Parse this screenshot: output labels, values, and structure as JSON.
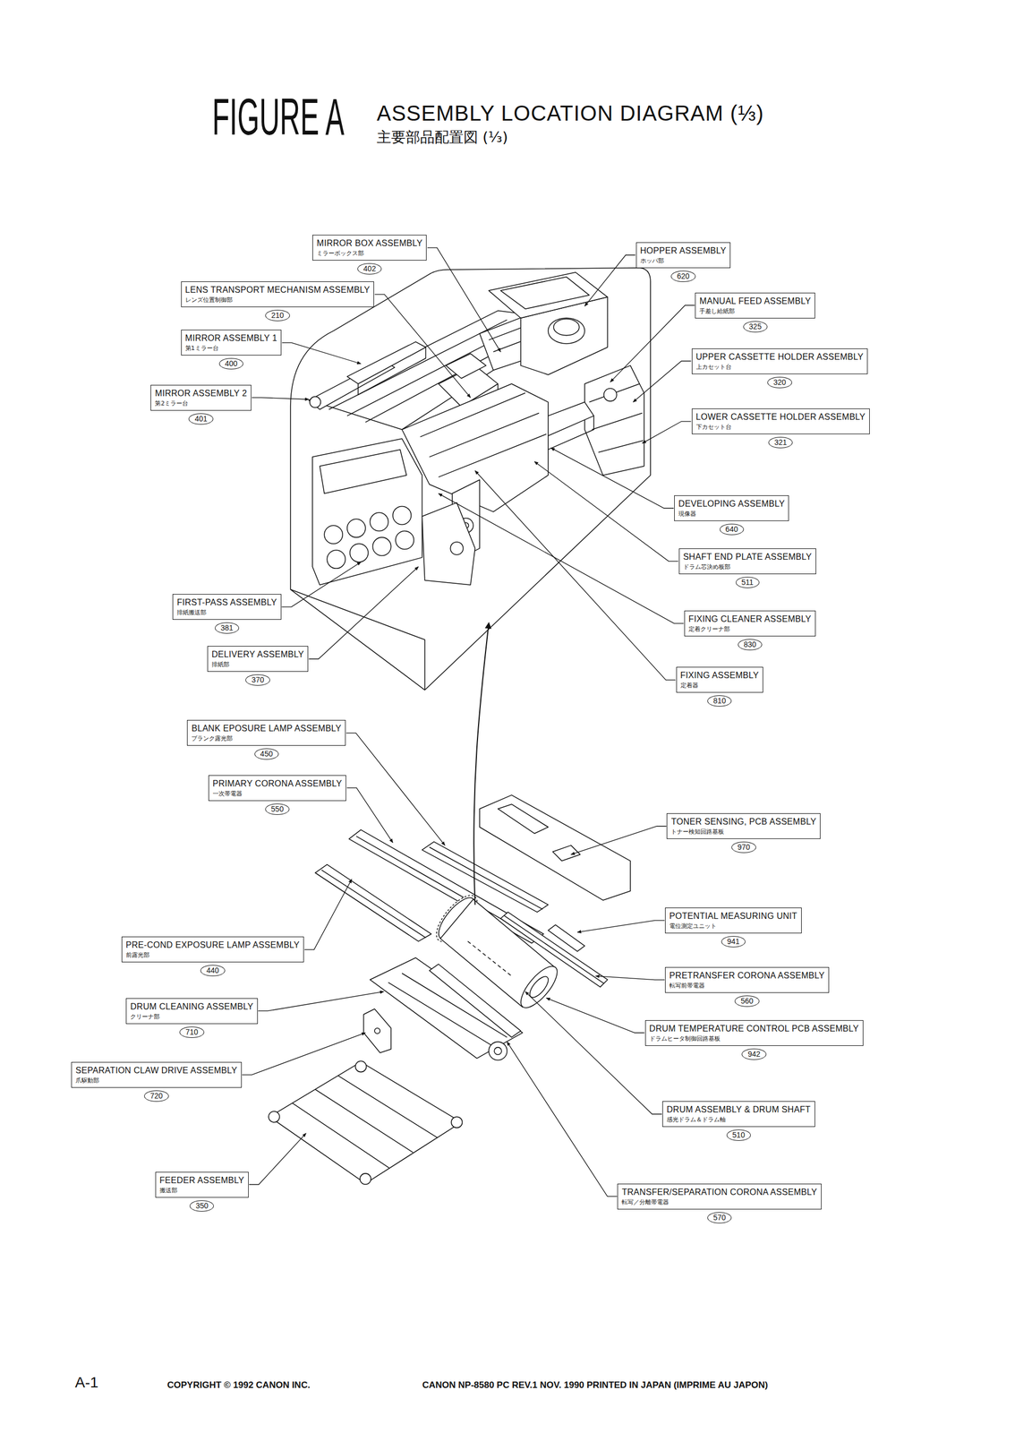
{
  "diagram": {
    "title": "ASSEMBLY LOCATION DIAGRAM (⅓)",
    "nodes": [
      {
        "text": [
          "MIRROR BOX ASSEMBLY",
          "ミラーボックス部"
        ]
      },
      {
        "text": [
          "402"
        ]
      },
      {
        "text": [
          "HOPPER ASSEMBLY",
          "ホッパ部"
        ]
      },
      {
        "text": [
          "620"
        ]
      },
      {
        "text": [
          "LENS TRANSPORT MECHANISM ASSEMBLY",
          "レンズ位置制御部"
        ]
      },
      {
        "text": [
          "210"
        ]
      },
      {
        "text": [
          "MANUAL FEED ASSEMBLY",
          "手差し給紙部"
        ]
      },
      {
        "text": [
          "325"
        ]
      },
      {
        "text": [
          "MIRROR ASSEMBLY 1",
          "第1ミラー台"
        ]
      },
      {
        "text": [
          "400"
        ]
      },
      {
        "text": [
          "UPPER CASSETTE HOLDER ASSEMBLY",
          "上カセット台"
        ]
      },
      {
        "text": [
          "320"
        ]
      },
      {
        "text": [
          "MIRROR ASSEMBLY 2",
          "第2ミラー台"
        ]
      },
      {
        "text": [
          "401"
        ]
      },
      {
        "text": [
          "LOWER CASSETTE HOLDER ASSEMBLY",
          "下カセット台"
        ]
      },
      {
        "text": [
          "321"
        ]
      },
      {
        "text": [
          "DEVELOPING ASSEMBLY",
          "現像器"
        ]
      },
      {
        "text": [
          "640"
        ]
      },
      {
        "text": [
          "SHAFT END PLATE ASSEMBLY",
          "ドラム芯決め板部"
        ]
      },
      {
        "text": [
          "511"
        ]
      },
      {
        "text": [
          "FIRST-PASS ASSEMBLY",
          "排紙搬送部"
        ]
      },
      {
        "text": [
          "381"
        ]
      },
      {
        "text": [
          "FIXING CLEANER ASSEMBLY",
          "定着クリーナ部"
        ]
      },
      {
        "text": [
          "830"
        ]
      },
      {
        "text": [
          "DELIVERY ASSEMBLY",
          "排紙部"
        ]
      },
      {
        "text": [
          "370"
        ]
      },
      {
        "text": [
          "FIXING ASSEMBLY",
          "定着器"
        ]
      },
      {
        "text": [
          "810"
        ]
      },
      {
        "text": [
          "BLANK EPOSURE LAMP ASSEMBLY",
          "ブランク露光部"
        ]
      },
      {
        "text": [
          "450"
        ]
      },
      {
        "text": [
          "PRIMARY CORONA ASSEMBLY",
          "一次帯電器"
        ]
      },
      {
        "text": [
          "550"
        ]
      },
      {
        "text": [
          "TONER SENSING, PCB ASSEMBLY",
          "トナー検知回路基板"
        ]
      },
      {
        "text": [
          "970"
        ]
      },
      {
        "text": [
          "POTENTIAL MEASURING UNIT",
          "電位測定ユニット"
        ]
      },
      {
        "text": [
          "941"
        ]
      },
      {
        "text": [
          "PRE-COND EXPOSURE LAMP ASSEMBLY",
          "前露光部"
        ]
      },
      {
        "text": [
          "440"
        ]
      },
      {
        "text": [
          "PRETRANSFER CORONA ASSEMBLY",
          "転写前帯電器"
        ]
      },
      {
        "text": [
          "560"
        ]
      },
      {
        "text": [
          "DRUM CLEANING ASSEMBLY",
          "クリーナ部"
        ]
      },
      {
        "text": [
          "710"
        ]
      },
      {
        "text": [
          "DRUM TEMPERATURE CONTROL PCB ASSEMBLY",
          "ドラムヒータ制御回路基板"
        ]
      },
      {
        "text": [
          "942"
        ]
      },
      {
        "text": [
          "SEPARATION CLAW DRIVE ASSEMBLY",
          "爪駆動部"
        ]
      },
      {
        "text": [
          "720"
        ]
      },
      {
        "text": [
          "DRUM ASSEMBLY & DRUM SHAFT",
          "感光ドラム＆ドラム軸"
        ]
      },
      {
        "text": [
          "510"
        ]
      },
      {
        "text": [
          "FEEDER ASSEMBLY",
          "搬送部"
        ]
      },
      {
        "text": [
          "350"
        ]
      },
      {
        "text": [
          "TRANSFER/SEPARATION CORONA ASSEMBLY",
          "転写／分離帯電器"
        ]
      },
      {
        "text": [
          "570"
        ]
      }
    ],
    "labels": [
      "FIGURE A",
      "主要部品配置図 (⅓)",
      "A-1",
      "COPYRIGHT © 1992 CANON INC.",
      "CANON NP-8580 PC REV.1 NOV. 1990 PRINTED IN JAPAN (IMPRIME AU JAPON)"
    ]
  }
}
